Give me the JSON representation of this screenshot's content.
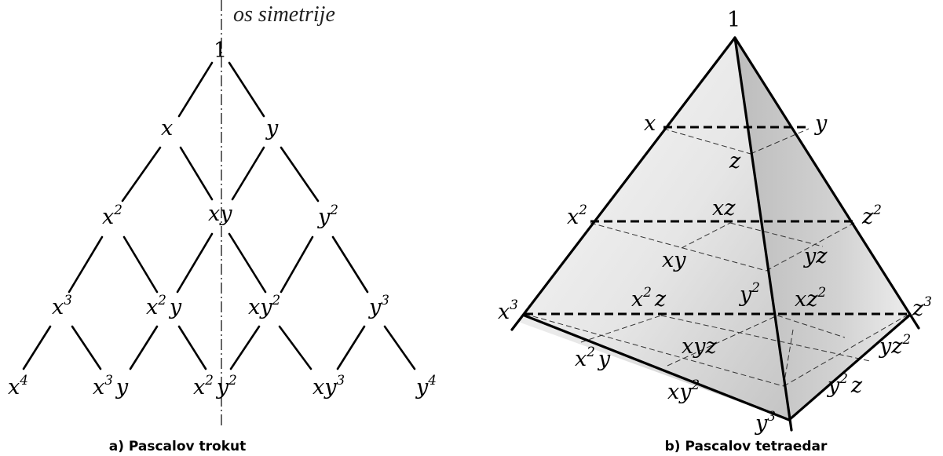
{
  "symmetry_axis_label": "os simetrije",
  "triangle": {
    "caption": "a) Pascalov trokut",
    "rows": [
      [
        {
          "base": "1",
          "sup": ""
        }
      ],
      [
        {
          "base": "x",
          "sup": ""
        },
        {
          "base": "y",
          "sup": ""
        }
      ],
      [
        {
          "base": "x",
          "sup": "2"
        },
        {
          "base": "xy",
          "sup": ""
        },
        {
          "base": "y",
          "sup": "2"
        }
      ],
      [
        {
          "base": "x",
          "sup": "3"
        },
        {
          "base": "x",
          "sup": "2",
          "tail": "y"
        },
        {
          "base": "xy",
          "sup": "2"
        },
        {
          "base": "y",
          "sup": "3"
        }
      ],
      [
        {
          "base": "x",
          "sup": "4"
        },
        {
          "base": "x",
          "sup": "3",
          "tail": "y"
        },
        {
          "base": "x",
          "sup": "2",
          "tail": "y",
          "sup2": "2"
        },
        {
          "base": "xy",
          "sup": "3"
        },
        {
          "base": "y",
          "sup": "4"
        }
      ]
    ]
  },
  "tetrahedron": {
    "caption": "b) Pascalov tetraedar",
    "apex": "1",
    "level1": {
      "x": "x",
      "y": "y",
      "z": "z"
    },
    "level2": {
      "x2": "x",
      "x2_sup": "2",
      "z2": "z",
      "z2_sup": "2",
      "xz": "xz",
      "xy": "xy",
      "yz": "yz",
      "y2": "y",
      "y2_sup": "2"
    },
    "level3": {
      "x3": "x",
      "x3_sup": "3",
      "z3": "z",
      "z3_sup": "3",
      "x2z_base": "x",
      "x2z_sup": "2",
      "x2z_tail": "z",
      "xz2_base": "xz",
      "xz2_sup": "2",
      "xyz": "xyz",
      "x2y_base": "x",
      "x2y_sup": "2",
      "x2y_tail": "y",
      "yz2_base": "yz",
      "yz2_sup": "2",
      "xy2_base": "xy",
      "xy2_sup": "2",
      "y2z_base": "y",
      "y2z_sup": "2",
      "y2z_tail": "z",
      "y3_base": "y",
      "y3_sup": "3"
    }
  },
  "colors": {
    "face_light": "#f7f7f7",
    "face_mid": "#cfcfcf",
    "face_dark": "#a9a9a9",
    "ink": "#000000"
  }
}
